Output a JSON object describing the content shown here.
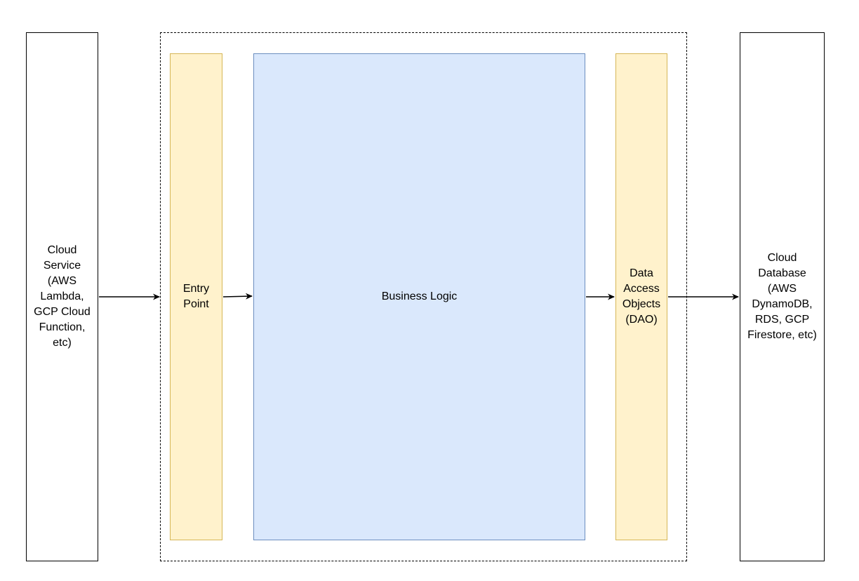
{
  "diagram": {
    "nodes": {
      "cloud_service": "Cloud\nService\n(AWS\nLambda,\nGCP Cloud\nFunction,\netc)",
      "entry_point": "Entry\nPoint",
      "business_logic": "Business Logic",
      "dao": "Data\nAccess\nObjects\n(DAO)",
      "cloud_database": "Cloud\nDatabase\n(AWS\nDynamoDB,\nRDS, GCP\nFirestore, etc)"
    },
    "edges": [
      {
        "from": "cloud_service",
        "to": "function_boundary"
      },
      {
        "from": "entry_point",
        "to": "business_logic"
      },
      {
        "from": "business_logic",
        "to": "dao"
      },
      {
        "from": "dao",
        "to": "cloud_database"
      }
    ],
    "colors": {
      "yellow_fill": "#fff2cc",
      "yellow_stroke": "#d6b656",
      "blue_fill": "#dae8fc",
      "blue_stroke": "#6c8ebf",
      "line": "#000000"
    }
  }
}
